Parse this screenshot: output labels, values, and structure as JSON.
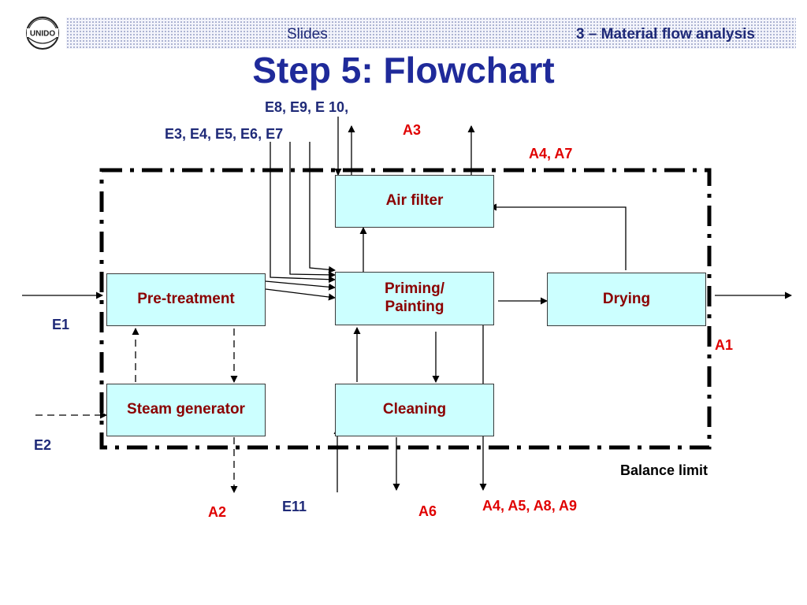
{
  "header": {
    "slides_label": "Slides",
    "section_label": "3 – Material flow analysis",
    "logo_text": "UNIDO"
  },
  "title": "Step 5: Flowchart",
  "boxes": {
    "air_filter": "Air filter",
    "pre_treatment": "Pre-treatment",
    "priming_line1": "Priming/",
    "priming_line2": "Painting",
    "drying": "Drying",
    "steam_generator": "Steam generator",
    "cleaning": "Cleaning"
  },
  "labels": {
    "e8_e10": "E8, E9, E 10,",
    "e3_e7": "E3, E4, E5, E6, E7",
    "a3": "A3",
    "a4_a7": "A4, A7",
    "e1": "E1",
    "a1": "A1",
    "e2": "E2",
    "balance_limit": "Balance limit",
    "e11": "E11",
    "a2": "A2",
    "a6": "A6",
    "a4_a9": "A4, A5, A8, A9"
  },
  "colors": {
    "title": "#1f2a9a",
    "box_fill": "#ccffff",
    "box_text": "#8b0000",
    "input_label": "#1f2a78",
    "output_label": "#e00000"
  }
}
